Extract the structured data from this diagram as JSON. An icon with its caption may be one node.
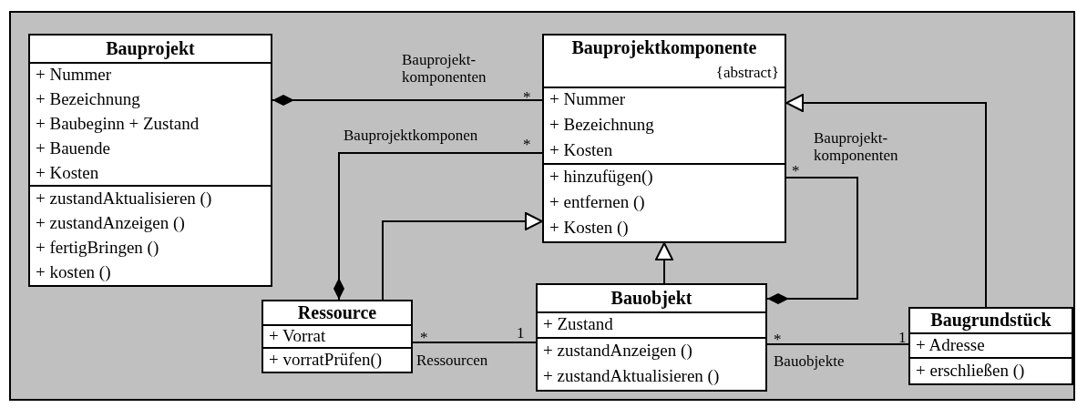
{
  "diagram": {
    "nodes": [
      {
        "text": [
          "Bauprojekt",
          "+ Nummer",
          "+ Bezeichnung",
          "+ Baubeginn + Zustand",
          "+ Bauende",
          "+ Kosten",
          "+ zustandAktualisieren ()",
          "+ zustandAnzeigen ()",
          "+ fertigBringen ()",
          "+ kosten ()"
        ]
      },
      {
        "text": [
          "Bauprojektkomponente",
          "{abstract}",
          "+ Nummer",
          "+ Bezeichnung",
          "+ Kosten",
          "+ hinzufügen()",
          "+ entfernen ()",
          "+ Kosten ()"
        ]
      },
      {
        "text": [
          "Ressource",
          "+ Vorrat",
          "+ vorratPrüfen()"
        ]
      },
      {
        "text": [
          "Bauobjekt",
          "+ Zustand",
          "+ zustandAnzeigen ()",
          "+ zustandAktualisieren ()"
        ]
      },
      {
        "text": [
          "Baugrundstück",
          "+ Adresse",
          "+ erschließen ()"
        ]
      }
    ],
    "edges": [
      {
        "from": 0,
        "to": 1,
        "arrow": "other",
        "label": "Bauprojekt- komponenten"
      },
      {
        "from": 2,
        "to": 1,
        "arrow": "other",
        "label": "Bauprojektkomponen"
      },
      {
        "from": 2,
        "to": 1,
        "arrow": "to"
      },
      {
        "from": 3,
        "to": 1,
        "arrow": "to"
      },
      {
        "from": 3,
        "to": 1,
        "arrow": "other",
        "label": "Bauprojekt- komponenten"
      },
      {
        "from": 4,
        "to": 1,
        "arrow": "to"
      },
      {
        "from": 2,
        "to": 3,
        "arrow": "none",
        "label": "Ressourcen"
      },
      {
        "from": 3,
        "to": 4,
        "arrow": "none",
        "label": "Bauobjekte"
      }
    ],
    "labels": [
      "*",
      "*",
      "*",
      "*",
      "1",
      "*",
      "1"
    ]
  }
}
